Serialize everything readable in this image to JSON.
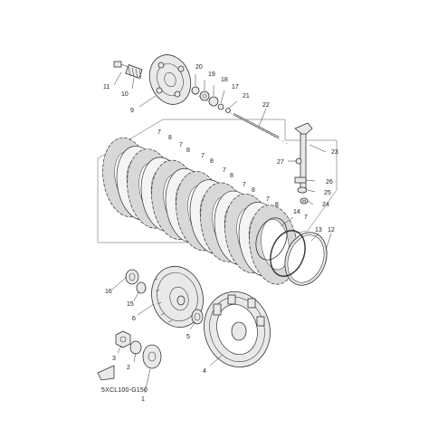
{
  "diagram": {
    "part_code": "5XCL100-G150",
    "callouts": [
      "1",
      "2",
      "3",
      "4",
      "5",
      "6",
      "7",
      "8",
      "9",
      "10",
      "11",
      "12",
      "13",
      "14",
      "15",
      "16",
      "17",
      "18",
      "19",
      "20",
      "21",
      "22",
      "23",
      "24",
      "25",
      "26",
      "27"
    ]
  },
  "colors": {
    "line": "#333333",
    "background": "#ffffff",
    "part_fill": "#e9e9e9"
  }
}
